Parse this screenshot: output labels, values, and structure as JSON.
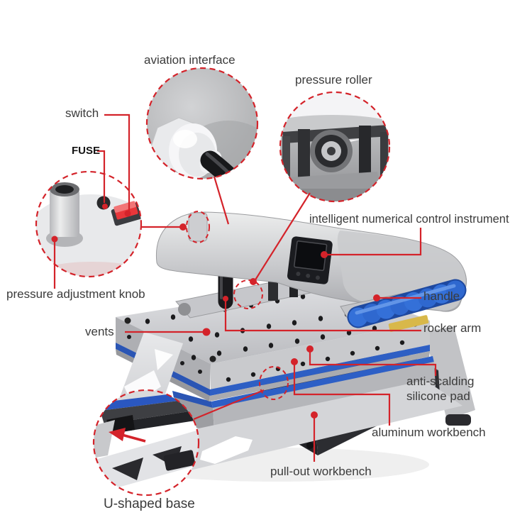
{
  "diagram": {
    "subject": "heat press machine annotated parts diagram",
    "background": "#ffffff"
  },
  "colors": {
    "annotation_red": "#d4232a",
    "label_text": "#3b3b3b",
    "handle_blue": "#3470d8",
    "silicone_pad_blue": "#2a57c0",
    "machine_silver": "#d4d5d8",
    "dark_part": "#232327"
  },
  "labels": {
    "aviation_interface": "aviation interface",
    "pressure_roller": "pressure roller",
    "switch": "switch",
    "fuse": "FUSE",
    "intelligent_numerical": "intelligent numerical control instrument",
    "pressure_adjustment_knob": "pressure adjustment knob",
    "handle": "handle",
    "vents": "vents",
    "rocker_arm": "rocker arm",
    "anti_scalding_line1": "anti-scalding",
    "anti_scalding_line2": "silicone pad",
    "aluminum_workbench": "aluminum workbench",
    "pull_out_workbench": "pull-out workbench",
    "u_shaped_base": "U-shaped base"
  }
}
